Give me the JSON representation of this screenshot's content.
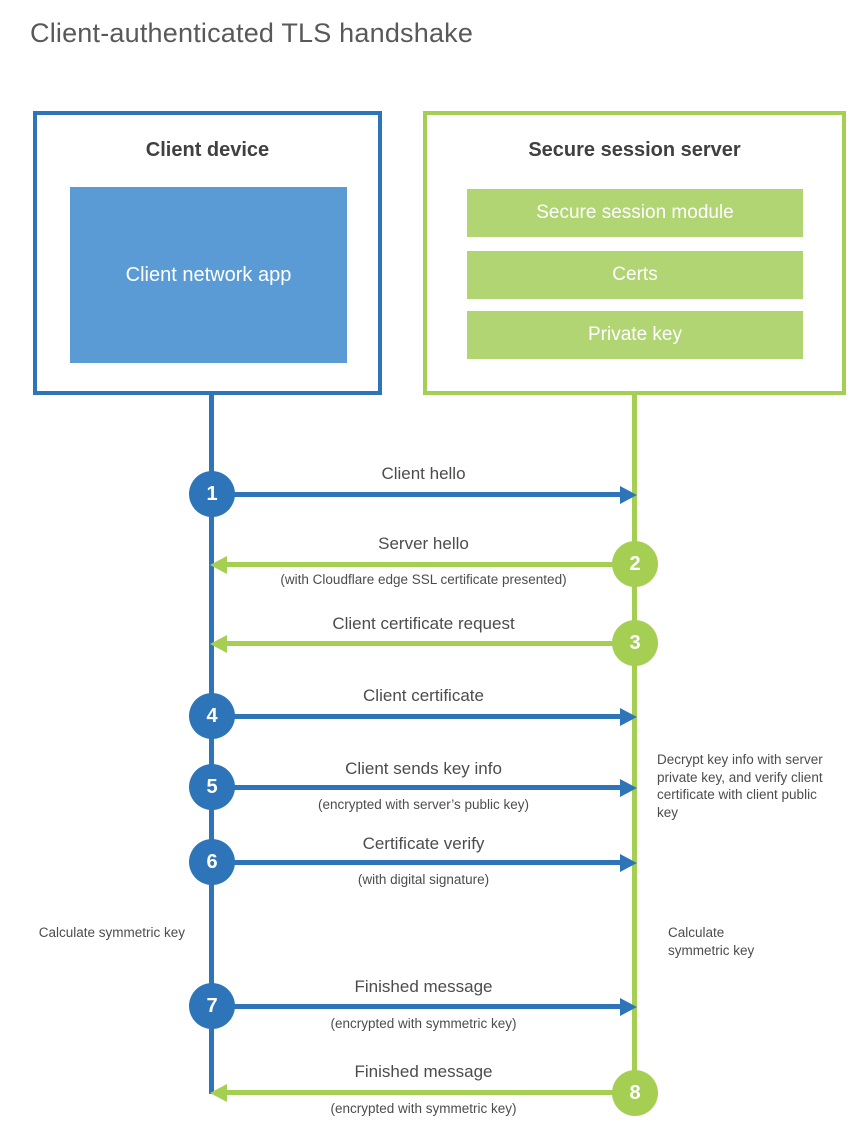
{
  "title": "Client-authenticated TLS handshake",
  "colors": {
    "blue": "#2e74b9",
    "blue-fill": "#5b9bd5",
    "green": "#a5cf52",
    "green-fill": "#b2d574",
    "heading": "#404041",
    "text": "#4b4c4e",
    "title": "#58595b"
  },
  "client_box": {
    "title": "Client device",
    "app": "Client network app"
  },
  "server_box": {
    "title": "Secure session server",
    "modules": [
      "Secure session module",
      "Certs",
      "Private key"
    ]
  },
  "steps": [
    {
      "num": "1",
      "actor": "client",
      "direction": "right",
      "label": "Client hello",
      "sublabel": ""
    },
    {
      "num": "2",
      "actor": "server",
      "direction": "left",
      "label": "Server hello",
      "sublabel": "(with Cloudflare edge SSL certificate presented)"
    },
    {
      "num": "3",
      "actor": "server",
      "direction": "left",
      "label": "Client certificate request",
      "sublabel": ""
    },
    {
      "num": "4",
      "actor": "client",
      "direction": "right",
      "label": "Client certificate",
      "sublabel": ""
    },
    {
      "num": "5",
      "actor": "client",
      "direction": "right",
      "label": "Client sends key info",
      "sublabel": "(encrypted with server’s public key)"
    },
    {
      "num": "6",
      "actor": "client",
      "direction": "right",
      "label": "Certificate verify",
      "sublabel": "(with digital signature)"
    },
    {
      "num": "7",
      "actor": "client",
      "direction": "right",
      "label": "Finished message",
      "sublabel": "(encrypted with symmetric key)"
    },
    {
      "num": "8",
      "actor": "server",
      "direction": "left",
      "label": "Finished message",
      "sublabel": "(encrypted with symmetric key)"
    }
  ],
  "annotations": {
    "decrypt_note": "Decrypt key info with server private key, and verify client certificate with client public key",
    "calculate_left": "Calculate symmetric key",
    "calculate_right": "Calculate symmetric key"
  }
}
